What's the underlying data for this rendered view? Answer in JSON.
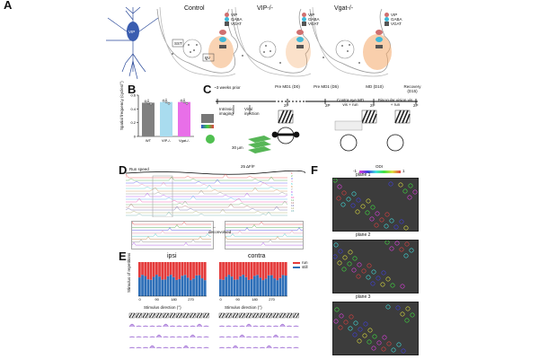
{
  "panels": {
    "A": {
      "label": "A",
      "vip_cell": "VIP",
      "titles": [
        "Control",
        "VIP-/-",
        "Vgat-/-"
      ],
      "legend": [
        "VIP",
        "GABA",
        "VGAT"
      ],
      "box_labels": [
        "SST",
        "PV"
      ]
    },
    "B": {
      "label": "B",
      "ylabel": "Spatial frequency (cycles/°)",
      "yticks": [
        "0",
        "0.2",
        "0.4",
        "0.6"
      ],
      "categories": [
        "WT",
        "VIP-/-",
        "Vgat-/-"
      ]
    },
    "C": {
      "label": "C",
      "top_labels": [
        "~3 weeks prior",
        "Pre MD1 (D0)",
        "Pre MD1 (D5)",
        "MD (D10)",
        "Recovery (D15)"
      ],
      "left_labels": [
        "Intrinsic imaging",
        "Viral injection"
      ],
      "twop_labels": [
        "2P",
        "2P",
        "2P",
        "2P"
      ],
      "md_text": "Contra eye MD vis + run",
      "bin_text": "Binocular vision vis + run",
      "scale": "30 µm"
    },
    "D": {
      "label": "D",
      "run_label": "Run speed",
      "scale_label": "25 ΔF/F",
      "deconv_label": "deconvolved",
      "row_numbers": [
        "1",
        "2",
        "3",
        "4",
        "5",
        "6",
        "7",
        "8",
        "9",
        "10",
        "11",
        "12",
        "13",
        "14",
        "15"
      ]
    },
    "E": {
      "label": "E",
      "ipsi_title": "ipsi",
      "contra_title": "contra",
      "ylabel": "Stimulus of repetitions",
      "xlabel": "Stimulus direction (°)",
      "xticks": [
        "0",
        "90",
        "180",
        "270"
      ],
      "legend": [
        "run",
        "still"
      ]
    },
    "F": {
      "label": "F",
      "odi_label": "ODI",
      "odi_min": "-1",
      "odi_max": "1",
      "planes": [
        "plane 1",
        "plane 2",
        "plane 3"
      ]
    }
  },
  "colors": {
    "vip": "#d07070",
    "gaba": "#40b8d8",
    "vgat": "#555555",
    "bar_wt": "#808080",
    "bar_vip": "#a9dcef",
    "bar_vgat": "#e86fe8",
    "run": "#e43b3b",
    "still": "#2e6fb8",
    "glow": "#f4a868"
  },
  "chart_data": {
    "type": "bar",
    "categories": [
      "WT",
      "VIP-/-",
      "Vgat-/-"
    ],
    "values": [
      0.49,
      0.5,
      0.5
    ],
    "ylabel": "Spatial frequency (cycles/°)",
    "ylim": [
      0,
      0.6
    ]
  }
}
